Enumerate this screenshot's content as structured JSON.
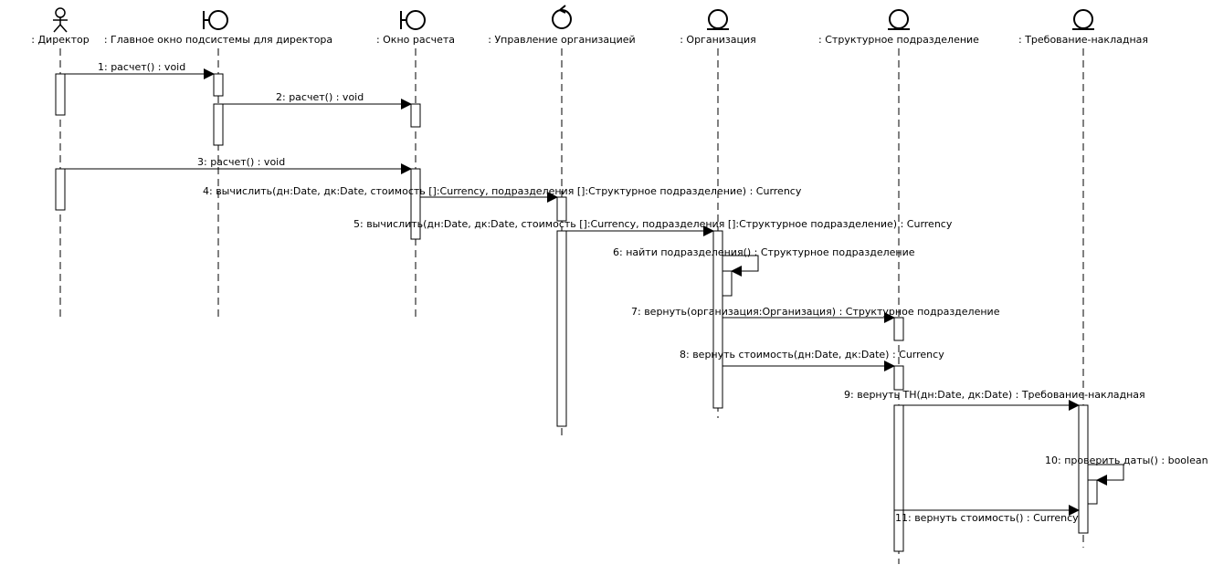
{
  "lifelines": [
    {
      "label": ": Директор",
      "kind": "actor"
    },
    {
      "label": ": Главное окно подсистемы для директора",
      "kind": "boundary"
    },
    {
      "label": ": Окно расчета",
      "kind": "boundary"
    },
    {
      "label": ": Управление организацией",
      "kind": "control"
    },
    {
      "label": ": Организация",
      "kind": "entity"
    },
    {
      "label": ": Структурное подразделение",
      "kind": "entity"
    },
    {
      "label": ": Требование-накладная",
      "kind": "entity"
    }
  ],
  "messages": [
    {
      "label": "1: расчет() : void",
      "from": 0,
      "to": 1
    },
    {
      "label": "2: расчет() : void",
      "from": 1,
      "to": 2
    },
    {
      "label": "3: расчет() : void",
      "from": 0,
      "to": 2
    },
    {
      "label": "4: вычислить(дн:Date, дк:Date, стоимость []:Currency, подразделения []:Структурное подразделение) : Currency",
      "from": 2,
      "to": 3
    },
    {
      "label": "5: вычислить(дн:Date, дк:Date, стоимость []:Currency, подразделения []:Структурное подразделение) : Currency",
      "from": 3,
      "to": 4
    },
    {
      "label": "6: найти подразделения() : Структурное подразделение",
      "from": 4,
      "to": 4
    },
    {
      "label": "7: вернуть(организация:Организация) : Структурное подразделение",
      "from": 4,
      "to": 5
    },
    {
      "label": "8: вернуть стоимость(дн:Date, дк:Date) : Currency",
      "from": 4,
      "to": 5
    },
    {
      "label": "9: вернуть ТН(дн:Date, дк:Date) : Требование-накладная",
      "from": 5,
      "to": 6
    },
    {
      "label": "10: проверить даты() : boolean",
      "from": 6,
      "to": 6
    },
    {
      "label": "11: вернуть стоимость() : Currency",
      "from": 5,
      "to": 6
    }
  ]
}
